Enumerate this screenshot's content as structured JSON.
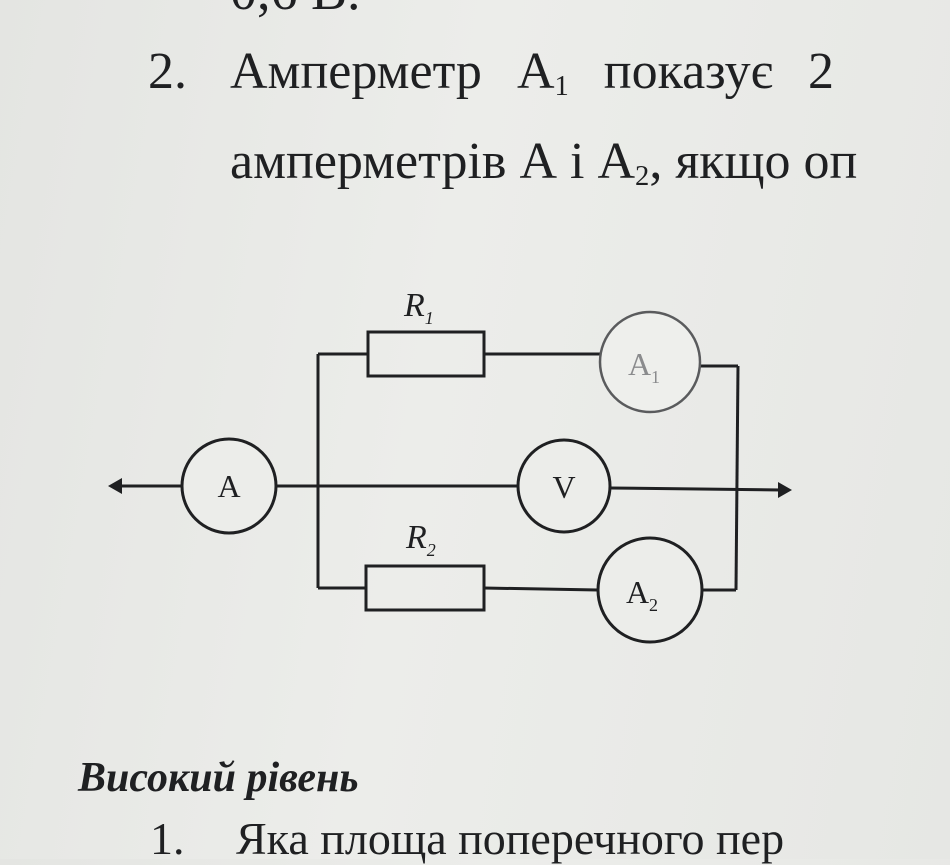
{
  "text": {
    "top_cut": "0,6 В.",
    "problem_number": "2.",
    "line1_a": "Амперметр",
    "line1_b": "А",
    "line1_b_sub": "1",
    "line1_c": "показує",
    "line1_d": "2",
    "line2_a": "амперметрів А і А",
    "line2_a_sub": "2",
    "line2_b": ", якщо оп",
    "heading": "Високий рівень",
    "bottom_num": "1.",
    "bottom_text": "Яка площа поперечного пер"
  },
  "circuit": {
    "r1_label": "R",
    "r1_sub": "1",
    "r2_label": "R",
    "r2_sub": "2",
    "ammeter_main": "A",
    "ammeter_1": "A",
    "ammeter_1_sub": "1",
    "ammeter_2": "A",
    "ammeter_2_sub": "2",
    "voltmeter": "V"
  },
  "colors": {
    "ink": "#1f2022",
    "paper": "#e8e9e6"
  }
}
